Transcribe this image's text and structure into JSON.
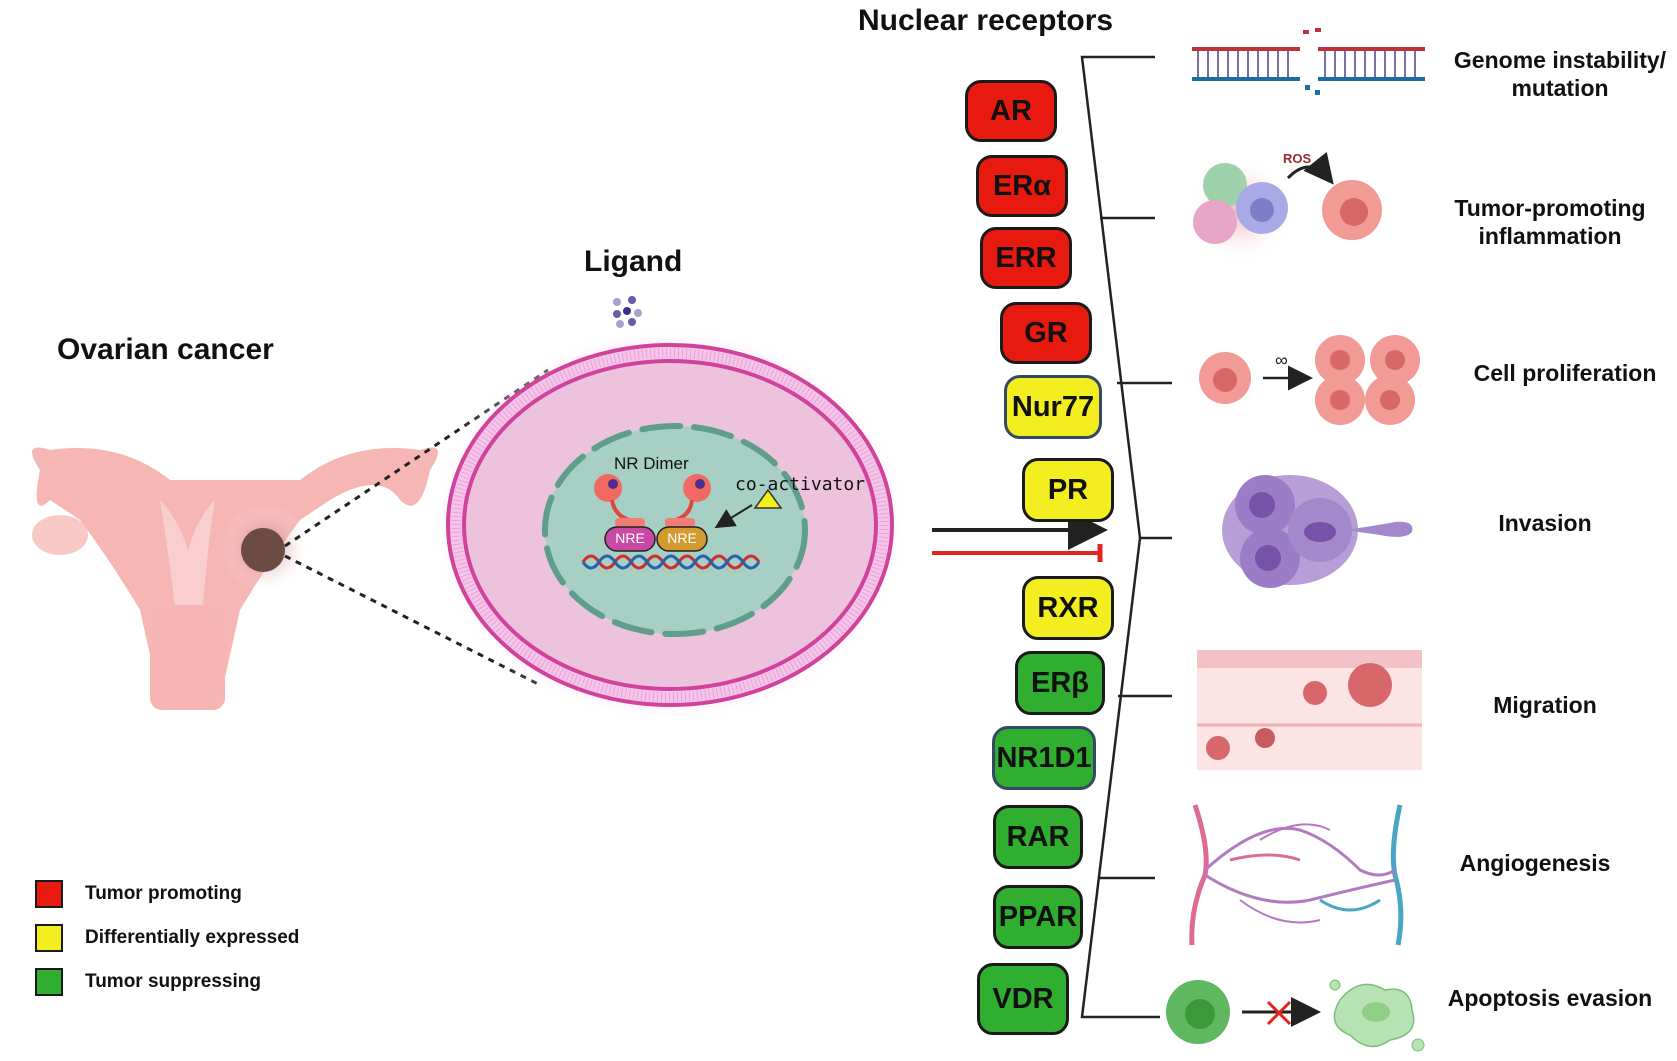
{
  "titles": {
    "nuclear_receptors": "Nuclear receptors",
    "ligand": "Ligand",
    "ovarian_cancer": "Ovarian cancer"
  },
  "cell": {
    "dimer_label": "NR Dimer",
    "coactivator_label": "co-activator",
    "nre_left": "NRE",
    "nre_right": "NRE"
  },
  "colors": {
    "tumor_promoting": "#e8190e",
    "differentially_expressed": "#f2ee20",
    "tumor_suppressing": "#2fae2f"
  },
  "receptors": [
    {
      "label": "AR",
      "category": "tumor_promoting"
    },
    {
      "label": "ERα",
      "category": "tumor_promoting"
    },
    {
      "label": "ERR",
      "category": "tumor_promoting"
    },
    {
      "label": "GR",
      "category": "tumor_promoting"
    },
    {
      "label": "Nur77",
      "category": "differentially_expressed"
    },
    {
      "label": "PR",
      "category": "differentially_expressed"
    },
    {
      "label": "RXR",
      "category": "differentially_expressed"
    },
    {
      "label": "ERβ",
      "category": "tumor_suppressing"
    },
    {
      "label": "NR1D1",
      "category": "tumor_suppressing"
    },
    {
      "label": "RAR",
      "category": "tumor_suppressing"
    },
    {
      "label": "PPAR",
      "category": "tumor_suppressing"
    },
    {
      "label": "VDR",
      "category": "tumor_suppressing"
    }
  ],
  "outcomes": [
    {
      "line1": "Genome instability/",
      "line2": "mutation",
      "icon": "dna-break-icon"
    },
    {
      "line1": "Tumor-promoting",
      "line2": "inflammation",
      "icon": "immune-cells-icon",
      "annotation": "ROS"
    },
    {
      "line1": "Cell proliferation",
      "line2": "",
      "icon": "cell-division-icon",
      "annotation": "∞"
    },
    {
      "line1": "Invasion",
      "line2": "",
      "icon": "invading-cells-icon"
    },
    {
      "line1": "Migration",
      "line2": "",
      "icon": "migrating-cells-icon"
    },
    {
      "line1": "Angiogenesis",
      "line2": "",
      "icon": "blood-vessels-icon"
    },
    {
      "line1": "Apoptosis evasion",
      "line2": "",
      "icon": "apoptosis-blocked-icon"
    }
  ],
  "legend": [
    {
      "label": "Tumor promoting",
      "category": "tumor_promoting"
    },
    {
      "label": "Differentially expressed",
      "category": "differentially_expressed"
    },
    {
      "label": "Tumor suppressing",
      "category": "tumor_suppressing"
    }
  ],
  "arrows": {
    "activation": "activation-arrow",
    "inhibition": "inhibition-arrow"
  }
}
